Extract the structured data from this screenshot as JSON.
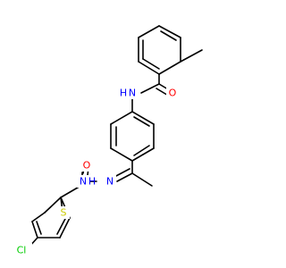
{
  "atoms": {
    "O_amide": {
      "text": "O",
      "color": "#ff0000"
    },
    "NH": {
      "text": "N",
      "color": "#0000ff"
    },
    "H_of_NH": {
      "text": "H",
      "color": "#0000ff"
    },
    "O_hydrazide": {
      "text": "O",
      "color": "#ff0000"
    },
    "NH_hydrazide": {
      "text": "N",
      "color": "#0000ff"
    },
    "H_hydrazide": {
      "text": "H",
      "color": "#0000ff"
    },
    "N_imine": {
      "text": "N",
      "color": "#0000ff"
    },
    "S": {
      "text": "S",
      "color": "#cccc00"
    },
    "Cl": {
      "text": "Cl",
      "color": "#00cc00"
    }
  }
}
